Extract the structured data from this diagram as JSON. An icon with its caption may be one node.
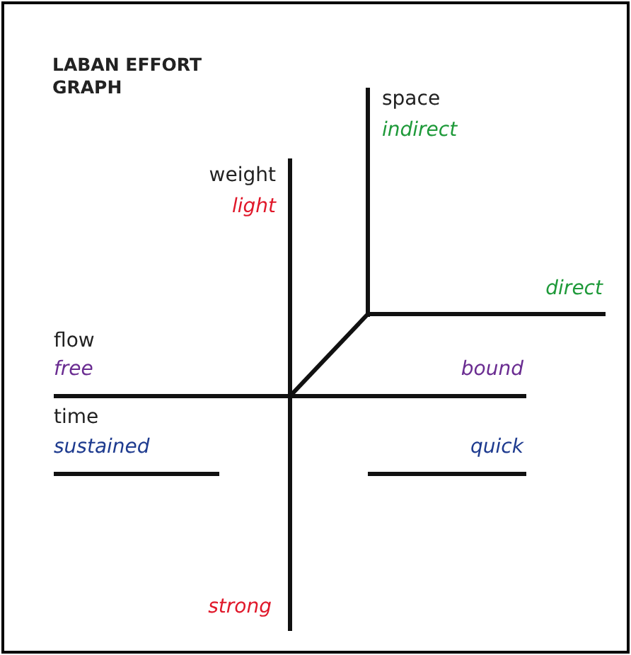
{
  "diagram": {
    "title": "LABAN EFFORT GRAPH",
    "labels": [
      "space",
      "indirect",
      "weight",
      "light",
      "direct",
      "flow",
      "free",
      "bound",
      "time",
      "sustained",
      "quick",
      "strong"
    ]
  }
}
